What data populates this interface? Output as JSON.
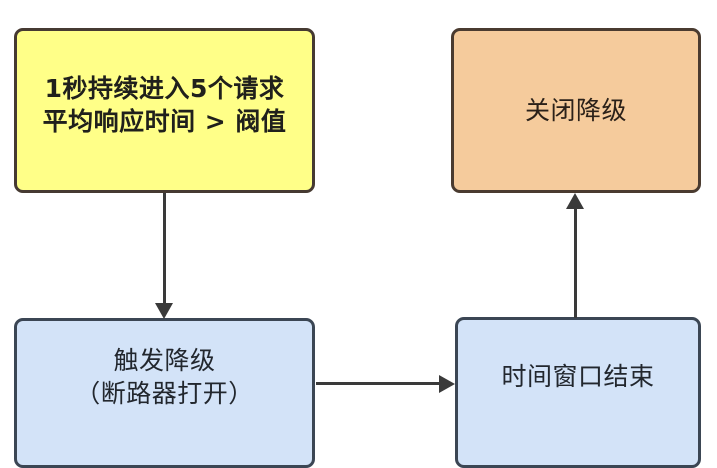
{
  "diagram": {
    "title": "circuit-breaker-degrade-flow",
    "nodes": [
      {
        "id": "threshold",
        "lines": [
          "1秒持续进入5个请求",
          "平均响应时间 > 阀值"
        ],
        "fill": "#ffff88",
        "border": "#463a32"
      },
      {
        "id": "close-degrade",
        "lines": [
          "关闭降级"
        ],
        "fill": "#f5cb9c",
        "border": "#4a3b30"
      },
      {
        "id": "trigger-degrade",
        "lines": [
          "触发降级",
          "（断路器打开）"
        ],
        "fill": "#d3e3f8",
        "border": "#3b4654"
      },
      {
        "id": "window-end",
        "lines": [
          "时间窗口结束"
        ],
        "fill": "#d3e3f8",
        "border": "#3b4654"
      }
    ],
    "edges": [
      {
        "id": "threshold-to-trigger",
        "from": "threshold",
        "to": "trigger-degrade",
        "direction": "down",
        "label": ""
      },
      {
        "id": "trigger-to-window",
        "from": "trigger-degrade",
        "to": "window-end",
        "direction": "right",
        "label": ""
      },
      {
        "id": "window-to-close",
        "from": "window-end",
        "to": "close-degrade",
        "direction": "up",
        "label": ""
      }
    ],
    "colors": {
      "background": "#ffffff",
      "edge": "#3a3a3a",
      "text": "#22272e"
    }
  }
}
